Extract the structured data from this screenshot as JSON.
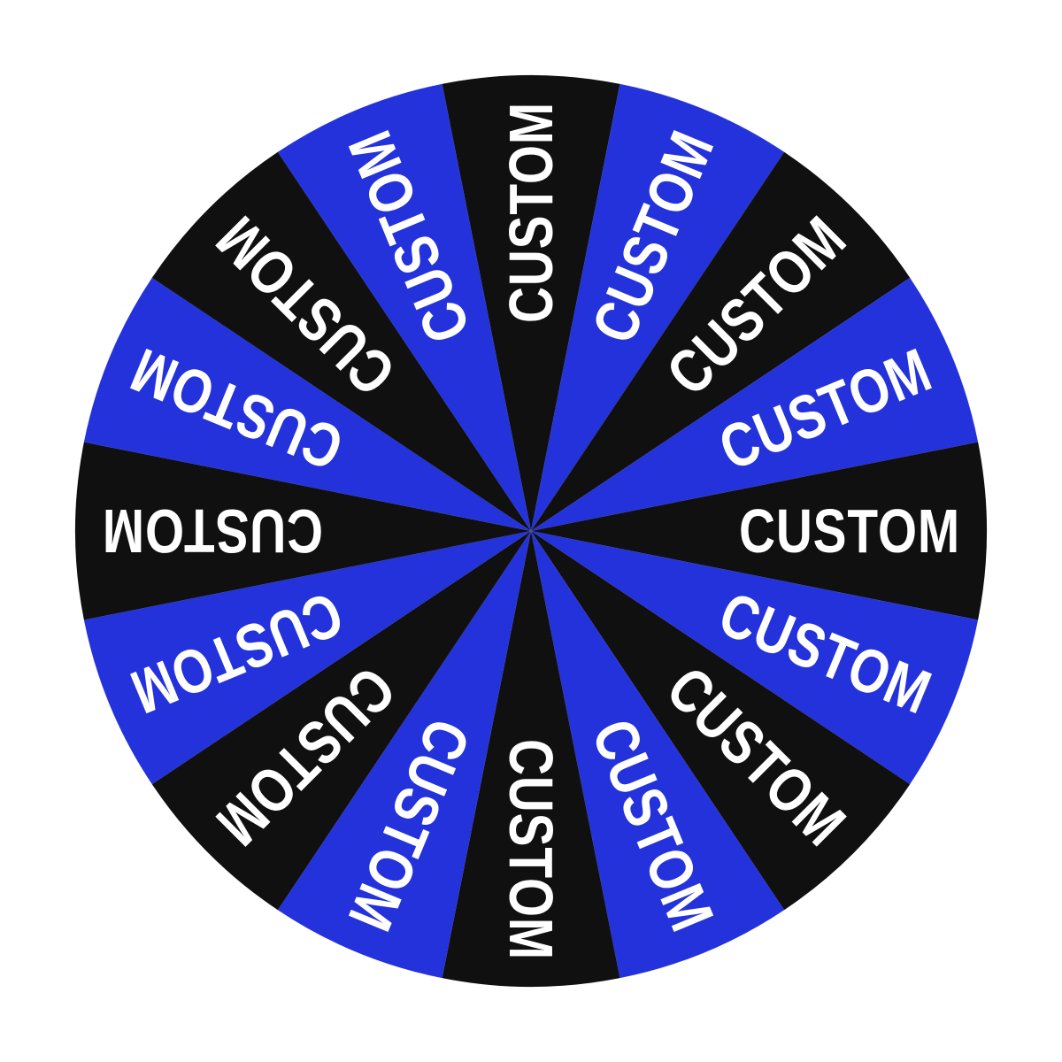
{
  "wheel": {
    "colors": {
      "background": "#ffffff",
      "blue": "#2432dc",
      "black": "#101010",
      "text": "#ffffff"
    },
    "segments": [
      {
        "label": "CUSTOM",
        "color": "black"
      },
      {
        "label": "CUSTOM",
        "color": "blue"
      },
      {
        "label": "CUSTOM",
        "color": "black"
      },
      {
        "label": "CUSTOM",
        "color": "blue"
      },
      {
        "label": "CUSTOM",
        "color": "black"
      },
      {
        "label": "CUSTOM",
        "color": "blue"
      },
      {
        "label": "CUSTOM",
        "color": "black"
      },
      {
        "label": "CUSTOM",
        "color": "blue"
      },
      {
        "label": "CUSTOM",
        "color": "black"
      },
      {
        "label": "CUSTOM",
        "color": "blue"
      },
      {
        "label": "CUSTOM",
        "color": "black"
      },
      {
        "label": "CUSTOM",
        "color": "blue"
      },
      {
        "label": "CUSTOM",
        "color": "black"
      },
      {
        "label": "CUSTOM",
        "color": "blue"
      },
      {
        "label": "CUSTOM",
        "color": "black"
      },
      {
        "label": "CUSTOM",
        "color": "blue"
      }
    ]
  }
}
